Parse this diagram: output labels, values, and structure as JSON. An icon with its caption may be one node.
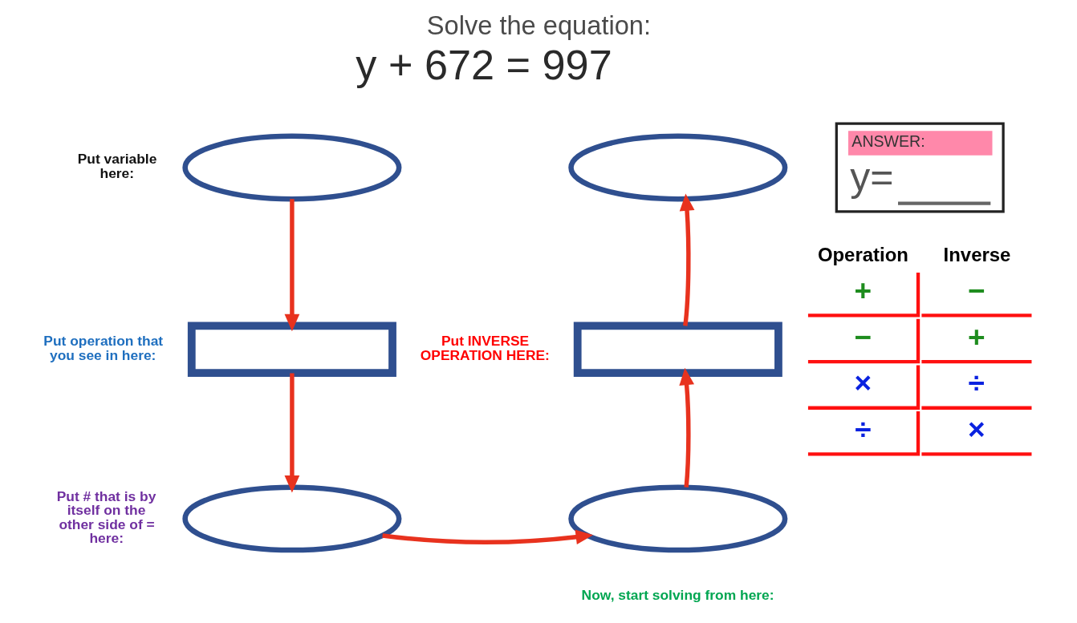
{
  "diagram": {
    "title": "Solve the equation:",
    "nodes": [
      {
        "text": [],
        "shape": "ellipse",
        "beside": [
          "Put variable here:"
        ]
      },
      {
        "text": [],
        "shape": "box",
        "beside": [
          "Put operation that you see in here:"
        ]
      },
      {
        "text": [],
        "shape": "ellipse",
        "beside": [
          "Put # that is by itself on the other side of = here:"
        ]
      },
      {
        "text": [],
        "shape": "ellipse",
        "beside": [
          "Now, start solving from here:"
        ]
      },
      {
        "text": [],
        "shape": "box",
        "beside": [
          "Put INVERSE OPERATION HERE:"
        ]
      },
      {
        "text": [],
        "shape": "ellipse"
      },
      {
        "text": [
          "ANSWER:",
          "y="
        ]
      }
    ],
    "edges": [
      {
        "from": 0,
        "to": 1,
        "arrow": "to"
      },
      {
        "from": 1,
        "to": 2,
        "arrow": "to"
      },
      {
        "from": 2,
        "to": 3,
        "arrow": "to"
      },
      {
        "from": 3,
        "to": 4,
        "arrow": "to"
      },
      {
        "from": 4,
        "to": 5,
        "arrow": "to"
      }
    ],
    "labels": [
      "y + 672 = 997",
      "Operation",
      "Inverse",
      "+",
      "−",
      "−",
      "+",
      "×",
      "÷",
      "÷",
      "×"
    ]
  }
}
